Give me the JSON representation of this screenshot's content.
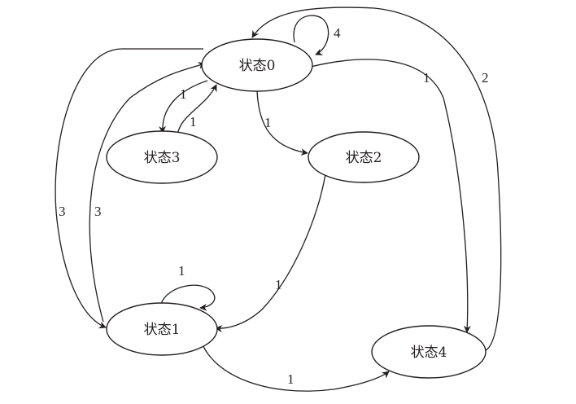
{
  "diagram": {
    "nodes": {
      "s0": "状态0",
      "s1": "状态1",
      "s2": "状态2",
      "s3": "状态3",
      "s4": "状态4"
    },
    "edges": {
      "s0_loop": "4",
      "s0_s3": "1",
      "s3_s0": "1",
      "s0_s2": "1",
      "s0_s4": "1",
      "s4_s0": "2",
      "s0_s1": "3",
      "s1_s0": "3",
      "s2_s1": "1",
      "s1_loop": "1",
      "s1_s4": "1"
    },
    "colors": {
      "stroke": "#231f20",
      "background": "#ffffff"
    }
  }
}
